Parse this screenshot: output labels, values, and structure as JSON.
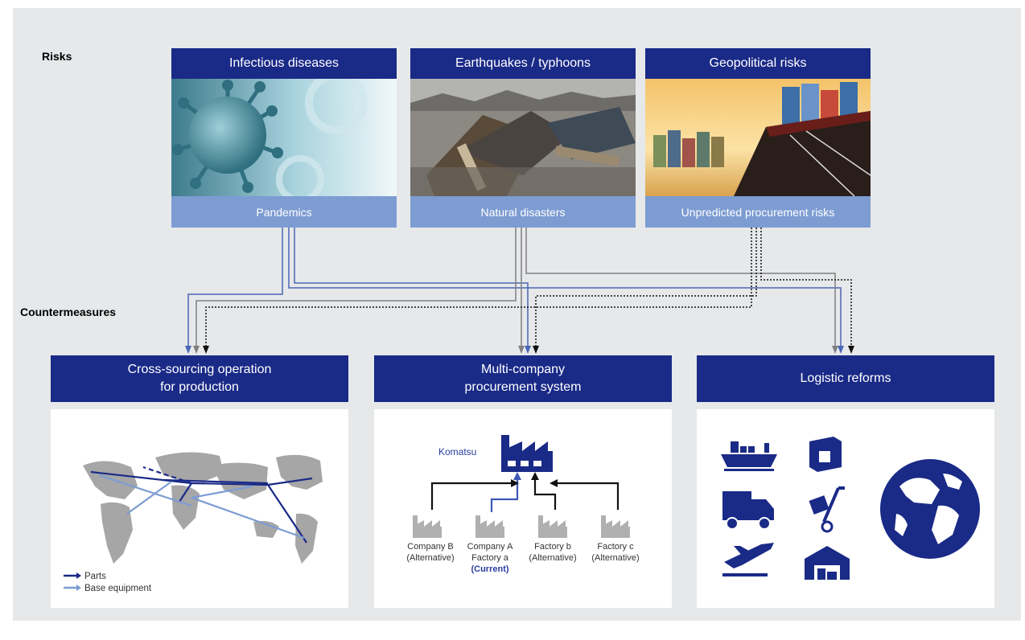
{
  "labels": {
    "risks": "Risks",
    "countermeasures": "Countermeasures"
  },
  "risks": [
    {
      "title": "Infectious diseases",
      "subtitle": "Pandemics",
      "icon": "virus-photo"
    },
    {
      "title": "Earthquakes / typhoons",
      "subtitle": "Natural disasters",
      "icon": "disaster-debris-photo"
    },
    {
      "title": "Geopolitical risks",
      "subtitle": "Unpredicted procurement risks",
      "icon": "container-ship-photo"
    }
  ],
  "countermeasures": [
    {
      "title_line1": "Cross-sourcing operation",
      "title_line2": "for production"
    },
    {
      "title_line1": "Multi-company",
      "title_line2": "procurement system"
    },
    {
      "title_line1": "Logistic reforms",
      "title_line2": ""
    }
  ],
  "map_legend": {
    "parts": "Parts",
    "base_equipment": "Base equipment"
  },
  "procurement": {
    "komatsu": "Komatsu",
    "factories": [
      {
        "line1": "Company B",
        "line2": "(Alternative)",
        "line3": ""
      },
      {
        "line1": "Company A",
        "line2": "Factory a",
        "line3": "(Current)"
      },
      {
        "line1": "Factory b",
        "line2": "(Alternative)",
        "line3": ""
      },
      {
        "line1": "Factory c",
        "line2": "(Alternative)",
        "line3": ""
      }
    ]
  },
  "logistics_icons": [
    "cargo-ship-icon",
    "package-box-icon",
    "delivery-truck-icon",
    "hand-truck-icon",
    "airplane-icon",
    "warehouse-icon",
    "globe-icon"
  ],
  "colors": {
    "navy": "#1a2a87",
    "light_blue": "#7d9cd2",
    "gray_arrow": "#808080",
    "background": "#e6e8ea"
  }
}
